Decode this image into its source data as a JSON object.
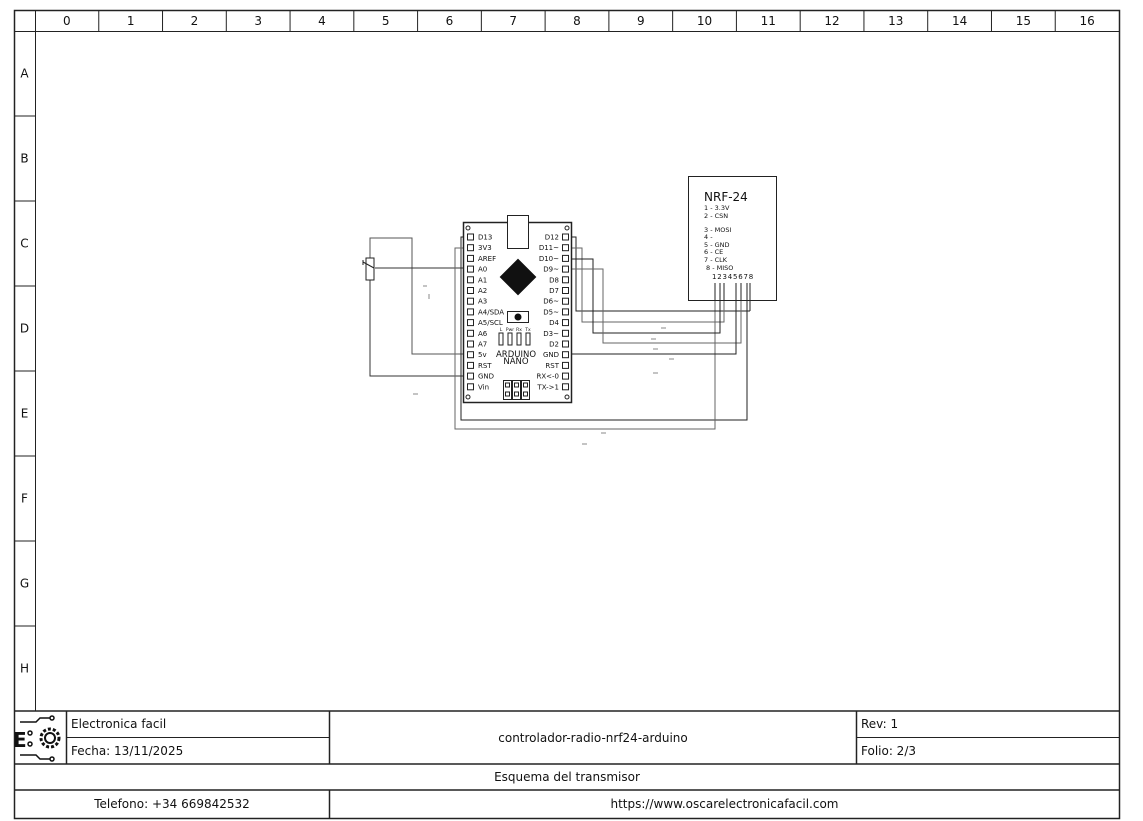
{
  "frame": {
    "columns": [
      "0",
      "1",
      "2",
      "3",
      "4",
      "5",
      "6",
      "7",
      "8",
      "9",
      "10",
      "11",
      "12",
      "13",
      "14",
      "15",
      "16"
    ],
    "rows": [
      "A",
      "B",
      "C",
      "D",
      "E",
      "F",
      "G",
      "H"
    ]
  },
  "arduino": {
    "label_line1": "ARDUINO",
    "label_line2": "NANO",
    "left_pins": [
      "D13",
      "3V3",
      "AREF",
      "A0",
      "A1",
      "A2",
      "A3",
      "A4/SDA",
      "A5/SCL",
      "A6",
      "A7",
      "5v",
      "RST",
      "GND",
      "Vin"
    ],
    "right_pins": [
      "D12",
      "D11~",
      "D10~",
      "D9~",
      "D8",
      "D7",
      "D6~",
      "D5~",
      "D4",
      "D3~",
      "D2",
      "GND",
      "RST",
      "RX<-0",
      "TX->1"
    ],
    "leds": [
      "L",
      "Pwr",
      "Rx",
      "Tx"
    ]
  },
  "nrf24": {
    "title": "NRF-24",
    "pins": [
      "1 - 3.3V",
      "2 - CSN",
      "3 - MOSI",
      "4 -",
      "5 - GND",
      "6 - CE",
      "7 - CLK",
      "8 - MISO"
    ],
    "pin_numbers": "12345678"
  },
  "title_block": {
    "company": "Electronica facil",
    "date": "Fecha: 13/11/2025",
    "project": "controlador-radio-nrf24-arduino",
    "revision": "Rev: 1",
    "folio": "Folio: 2/3",
    "description": "Esquema del transmisor",
    "phone": "Telefono: +34 669842532",
    "website": "https://www.oscarelectronicafacil.com",
    "logo": "electronica-facil-gear-logo"
  },
  "colors": {
    "line": "#222222",
    "wire_dark": "#1a1a1a",
    "wire_gray": "#777777",
    "background": "#ffffff"
  }
}
